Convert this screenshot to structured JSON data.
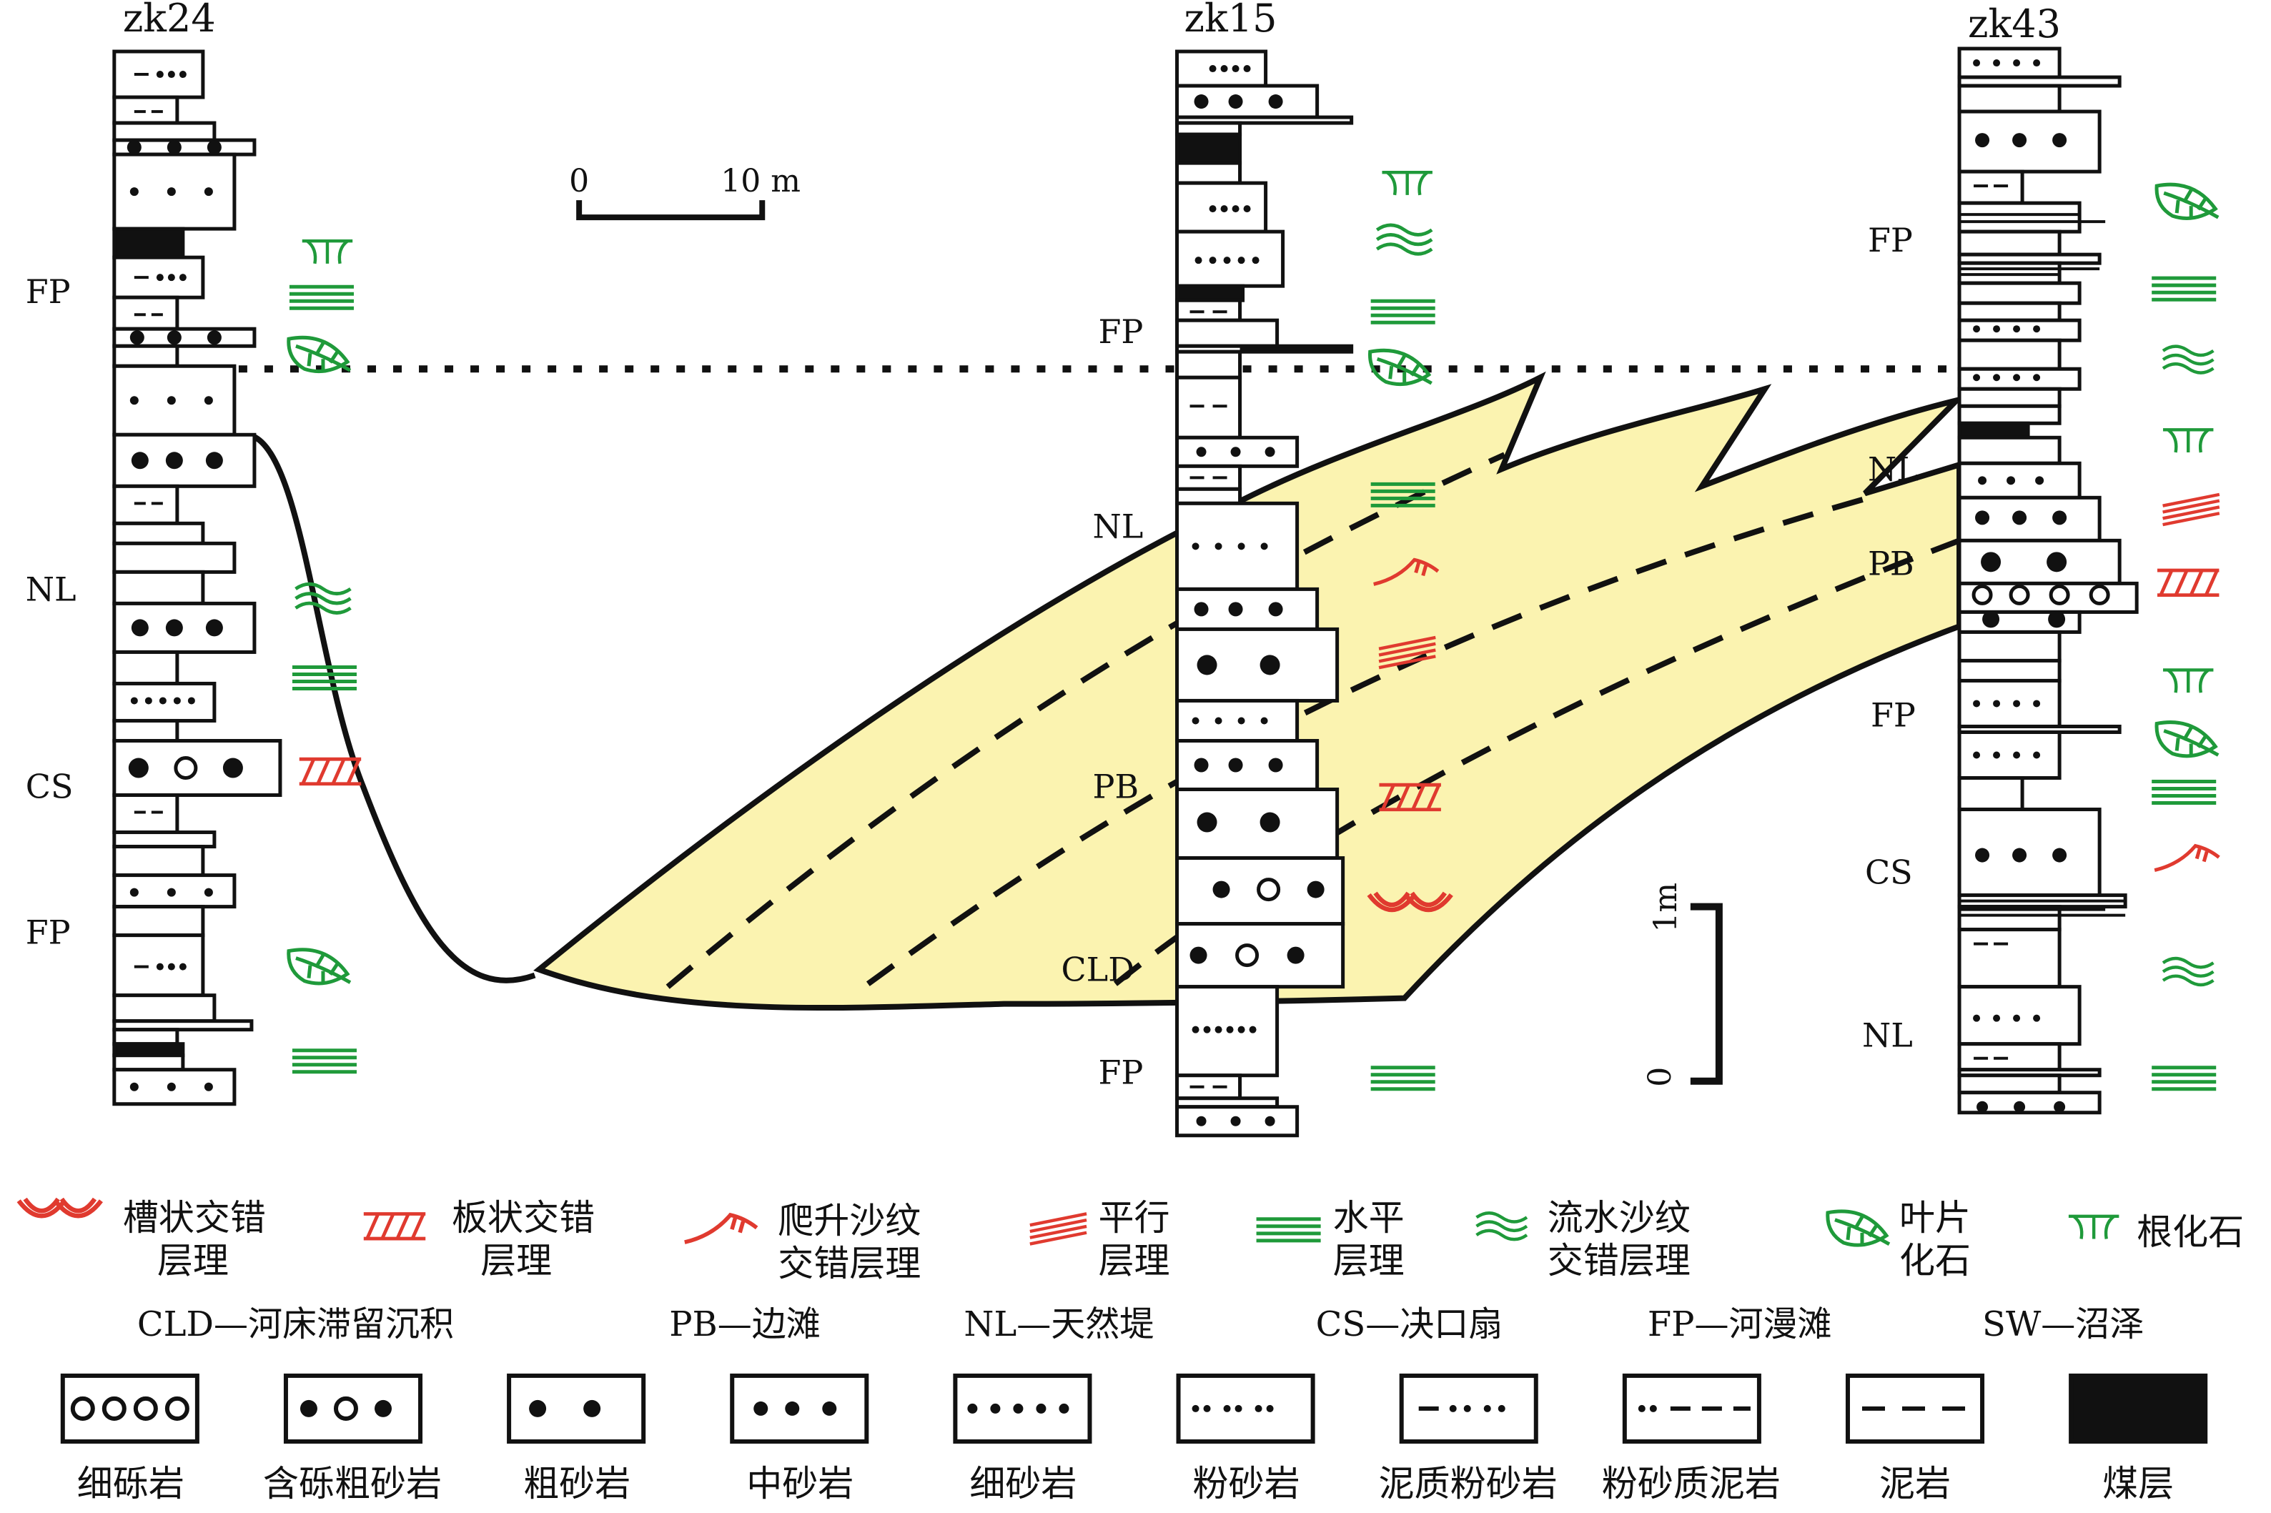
{
  "wells": [
    {
      "name": "zk24",
      "facies": [
        "FP",
        "NL",
        "CS",
        "FP"
      ]
    },
    {
      "name": "zk15",
      "facies": [
        "FP",
        "NL",
        "PB",
        "CLD",
        "FP"
      ]
    },
    {
      "name": "zk43",
      "facies": [
        "FP",
        "NL",
        "PB",
        "FP",
        "CS",
        "NL"
      ]
    }
  ],
  "scale_bar": {
    "start": "0",
    "end": "10 m"
  },
  "vertical_scale": {
    "top": "1m",
    "bottom": "0"
  },
  "structure_legend": [
    {
      "icon": "trough-cross-bedding-icon",
      "line1": "槽状交错",
      "line2": "层理",
      "color": "#e03a2f"
    },
    {
      "icon": "planar-cross-bedding-icon",
      "line1": "板状交错",
      "line2": "层理",
      "color": "#e03a2f"
    },
    {
      "icon": "climbing-ripple-icon",
      "line1": "爬升沙纹",
      "line2": "交错层理",
      "color": "#e03a2f"
    },
    {
      "icon": "parallel-bedding-icon",
      "line1": "平行",
      "line2": "层理",
      "color": "#e03a2f"
    },
    {
      "icon": "horizontal-bedding-icon",
      "line1": "水平",
      "line2": "层理",
      "color": "#1f9a3a"
    },
    {
      "icon": "current-ripple-icon",
      "line1": "流水沙纹",
      "line2": "交错层理",
      "color": "#1f9a3a"
    },
    {
      "icon": "leaf-fossil-icon",
      "line1": "叶片",
      "line2": "化石",
      "color": "#1f9a3a"
    },
    {
      "icon": "root-fossil-icon",
      "line1": "根化石",
      "line2": "",
      "color": "#1f9a3a"
    }
  ],
  "facies_abbr": [
    "CLD—河床滞留沉积",
    "PB—边滩",
    "NL—天然堤",
    "CS—决口扇",
    "FP—河漫滩",
    "SW—沼泽"
  ],
  "lithology_legend": [
    {
      "pattern": "fine-conglomerate",
      "label": "细砾岩"
    },
    {
      "pattern": "pebbly-coarse-sandstone",
      "label": "含砾粗砂岩"
    },
    {
      "pattern": "coarse-sandstone",
      "label": "粗砂岩"
    },
    {
      "pattern": "medium-sandstone",
      "label": "中砂岩"
    },
    {
      "pattern": "fine-sandstone",
      "label": "细砂岩"
    },
    {
      "pattern": "siltstone",
      "label": "粉砂岩"
    },
    {
      "pattern": "muddy-siltstone",
      "label": "泥质粉砂岩"
    },
    {
      "pattern": "silty-mudstone",
      "label": "粉砂质泥岩"
    },
    {
      "pattern": "mudstone",
      "label": "泥岩"
    },
    {
      "pattern": "coal",
      "label": "煤层"
    }
  ],
  "colors": {
    "sand_body": "#fbf3b0",
    "red": "#e03a2f",
    "green": "#1f9a3a"
  }
}
